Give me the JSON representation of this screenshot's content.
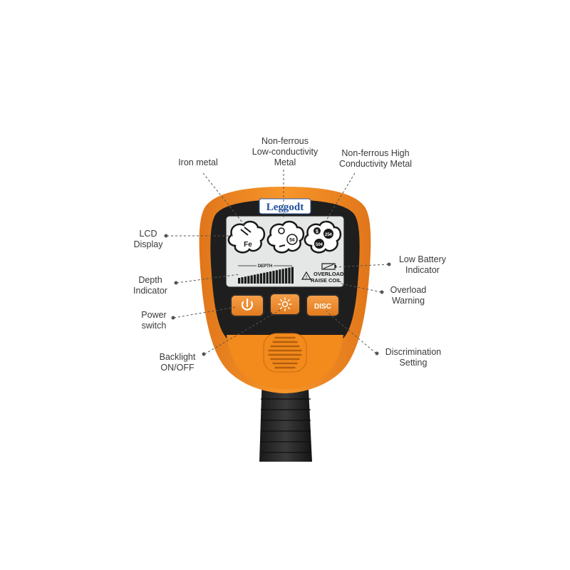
{
  "brand": {
    "name": "Leggodt"
  },
  "lcd": {
    "iron_text": "Fe",
    "low_coin_text": "5¢",
    "high_coin_25": "25¢",
    "high_coin_50": "50¢",
    "high_dollar": "$",
    "depth_text": "DEPTH",
    "overload_text": "OVERLOAD",
    "raise_coil_text": "RAISE COIL"
  },
  "buttons": {
    "disc_label": "DISC"
  },
  "callouts": {
    "iron_metal": [
      "Iron metal"
    ],
    "nonferrous_low": [
      "Non-ferrous",
      "Low-conductivity",
      "Metal"
    ],
    "nonferrous_high": [
      "Non-ferrous High",
      "Conductivity Metal"
    ],
    "lcd_display": [
      "LCD",
      "Display"
    ],
    "low_battery": [
      "Low Battery",
      "Indicator"
    ],
    "depth_indicator": [
      "Depth",
      "Indicator"
    ],
    "overload_warning": [
      "Overload",
      "Warning"
    ],
    "power_switch": [
      "Power",
      "switch"
    ],
    "backlight": [
      "Backlight",
      "ON/OFF"
    ],
    "discrimination": [
      "Discrimination",
      "Setting"
    ]
  },
  "colors": {
    "housing_orange": "#f28a1c",
    "housing_dark": "#1e1e1e",
    "lcd_bg": "#e4e7e6",
    "button_orange": "#ef8a2a",
    "callout_line": "#555555"
  }
}
